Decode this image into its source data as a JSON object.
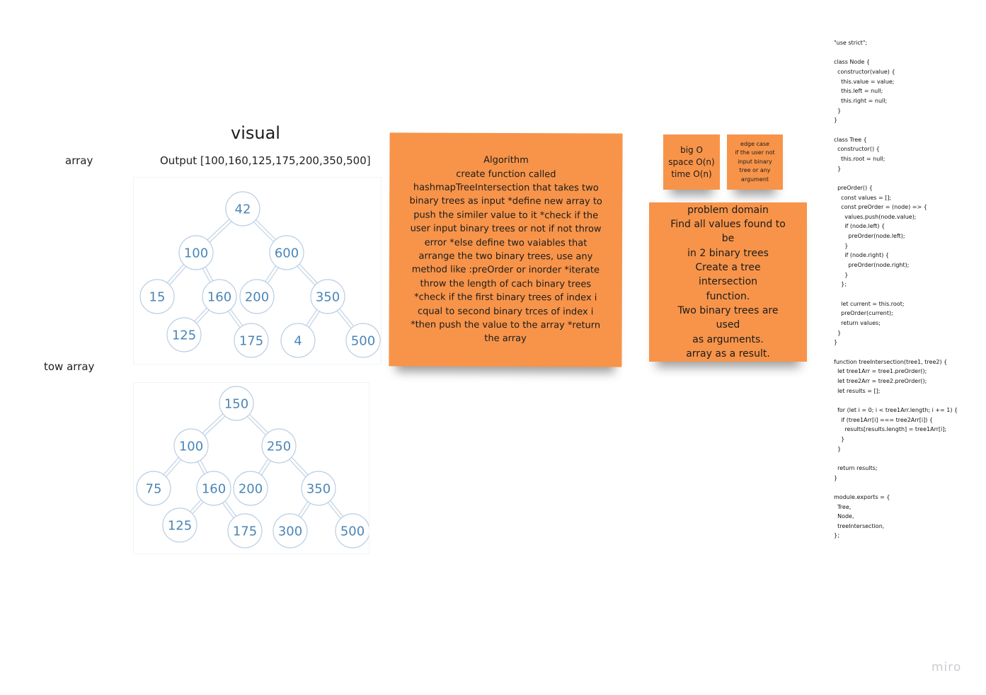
{
  "labels": {
    "visual": "visual",
    "array": "array",
    "output": "Output [100,160,125,175,200,350,500]",
    "tow_array": "tow array"
  },
  "tree1": {
    "nodes": [
      "42",
      "100",
      "600",
      "15",
      "160",
      "200",
      "350",
      "125",
      "175",
      "4",
      "500"
    ],
    "edges": [
      [
        0,
        1
      ],
      [
        0,
        2
      ],
      [
        1,
        3
      ],
      [
        1,
        4
      ],
      [
        2,
        5
      ],
      [
        2,
        6
      ],
      [
        4,
        7
      ],
      [
        4,
        8
      ],
      [
        6,
        9
      ],
      [
        6,
        10
      ]
    ]
  },
  "tree2": {
    "nodes": [
      "150",
      "100",
      "250",
      "75",
      "160",
      "200",
      "350",
      "125",
      "175",
      "300",
      "500"
    ],
    "edges": [
      [
        0,
        1
      ],
      [
        0,
        2
      ],
      [
        1,
        3
      ],
      [
        1,
        4
      ],
      [
        2,
        5
      ],
      [
        2,
        6
      ],
      [
        4,
        7
      ],
      [
        4,
        8
      ],
      [
        6,
        9
      ],
      [
        6,
        10
      ]
    ]
  },
  "stickies": {
    "algorithm": "Algorithm\ncreate function called\nhashmapTreeIntersection that takes two\nbinary trees as input *define new array to\npush the similer value to it *check if the\nuser input binary trees or not if not throw\nerror *else define two vaiables that\narrange the two binary trees, use any\nmethod like :preOrder or inorder *iterate\nthrow the length of cach binary trees\n*check if the first binary trees of index i\ncqual to second binary trces of index i\n*then push the value to the array *return\nthe array",
    "big_o": "big O\nspace O(n)\ntime O(n)",
    "edge_case": "edge case\nif the user not\ninput binary\ntree or any\nargument",
    "problem_domain": "problem domain\nFind all values found to be\nin 2 binary trees\nCreate a tree intersection\nfunction.\nTwo binary trees are used\nas arguments.\narray as a result."
  },
  "code": "\"use strict\";\n\nclass Node {\n  constructor(value) {\n    this.value = value;\n    this.left = null;\n    this.right = null;\n  }\n}\n\nclass Tree {\n  constructor() {\n    this.root = null;\n  }\n\n  preOrder() {\n    const values = [];\n    const preOrder = (node) => {\n      values.push(node.value);\n      if (node.left) {\n        preOrder(node.left);\n      }\n      if (node.right) {\n        preOrder(node.right);\n      }\n    };\n\n    let current = this.root;\n    preOrder(current);\n    return values;\n  }\n}\n\nfunction treeIntersection(tree1, tree2) {\n  let tree1Arr = tree1.preOrder();\n  let tree2Arr = tree2.preOrder();\n  let results = [];\n\n  for (let i = 0; i < tree1Arr.length; i += 1) {\n    if (tree1Arr[i] === tree2Arr[i]) {\n      results[results.length] = tree1Arr[i];\n    }\n  }\n\n  return results;\n}\n\nmodule.exports = {\n  Tree,\n  Node,\n  treeIntersection,\n};",
  "watermark": "miro",
  "colors": {
    "sticky": "#f7944a",
    "node_text": "#4a86b8",
    "node_border": "#b9cde3",
    "edge": "#c5d5e8"
  }
}
